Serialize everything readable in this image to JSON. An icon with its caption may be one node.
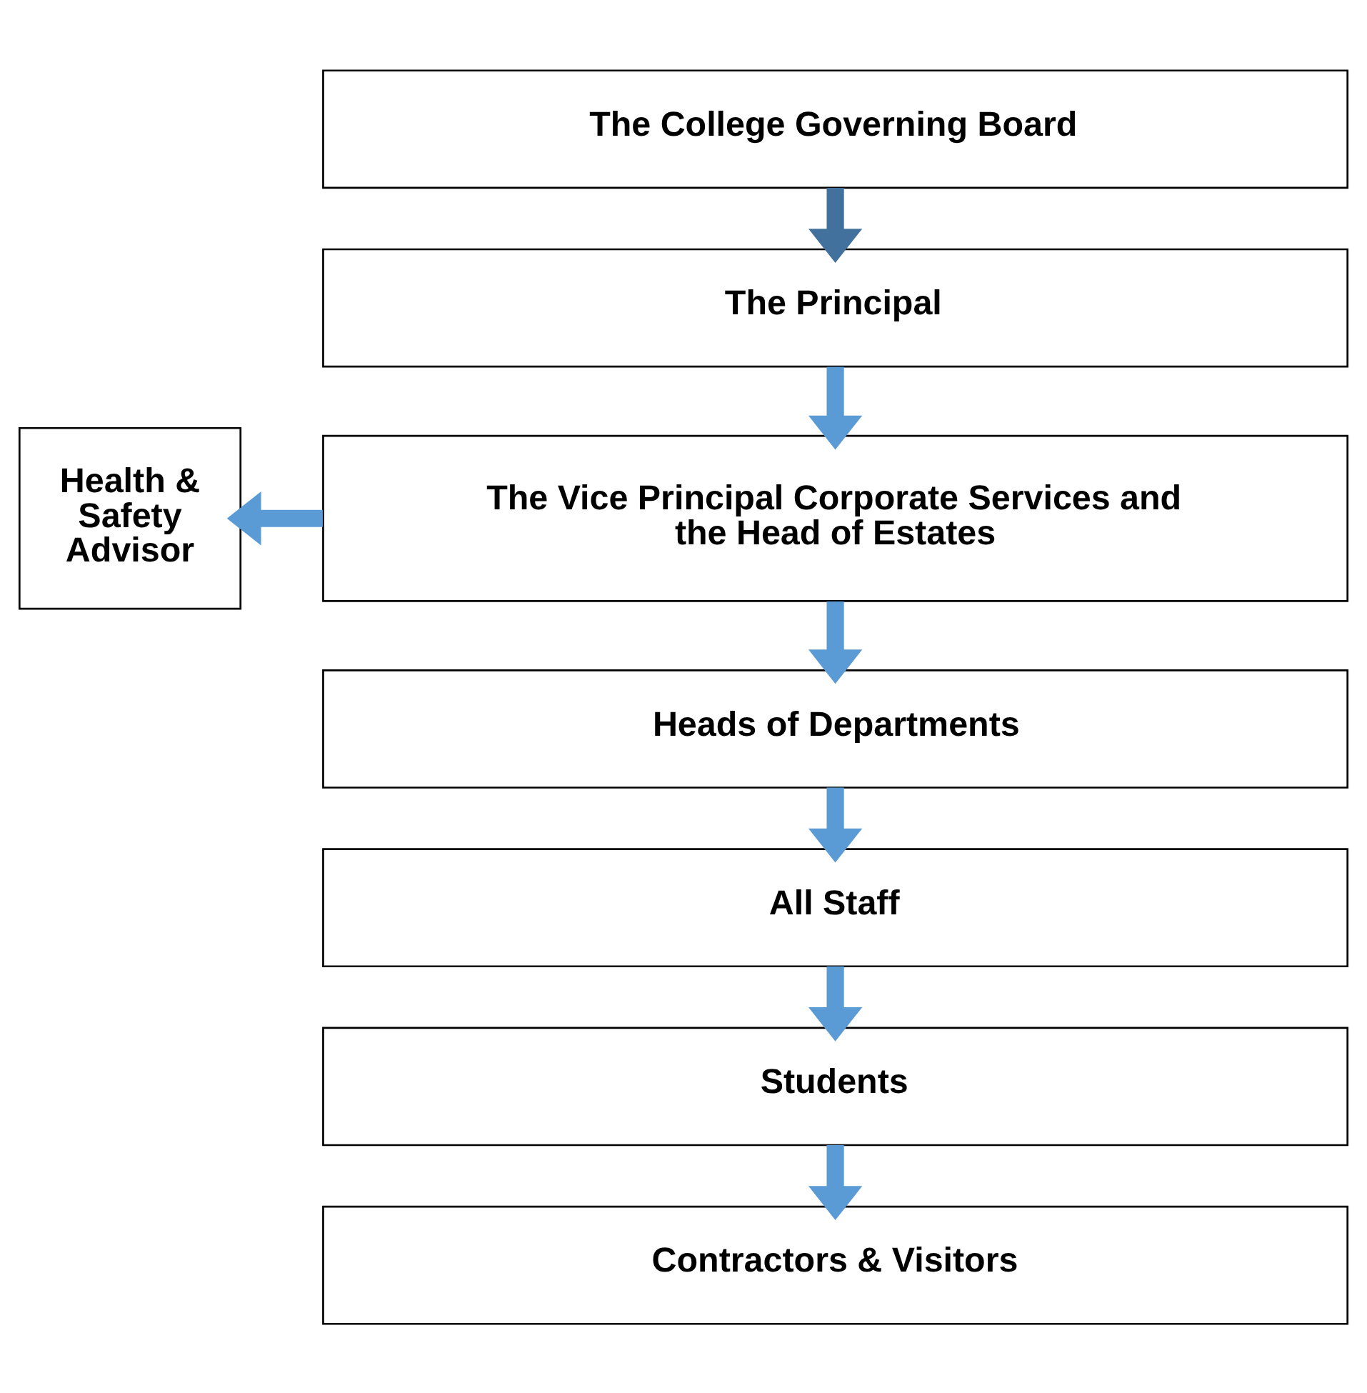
{
  "diagram": {
    "nodes": [
      {
        "text": [
          "The College Governing Board"
        ]
      },
      {
        "text": [
          "The Principal"
        ]
      },
      {
        "text": [
          "Health & Safety Advisor"
        ]
      },
      {
        "text": [
          "The Vice Principal Corporate Services and the Head of Estates"
        ]
      },
      {
        "text": [
          "Heads of Departments"
        ]
      },
      {
        "text": [
          "All Staff"
        ]
      },
      {
        "text": [
          "Students"
        ]
      },
      {
        "text": [
          "Contractors & Visitors"
        ]
      }
    ],
    "edges": [
      {
        "from": 0,
        "to": 1,
        "arrow": "to",
        "color": "#41719c"
      },
      {
        "from": 1,
        "to": 3,
        "arrow": "to"
      },
      {
        "from": 3,
        "to": 2,
        "arrow": "to"
      },
      {
        "from": 3,
        "to": 4,
        "arrow": "to"
      },
      {
        "from": 4,
        "to": 5,
        "arrow": "to"
      },
      {
        "from": 5,
        "to": 6,
        "arrow": "to"
      },
      {
        "from": 6,
        "to": 7,
        "arrow": "to"
      }
    ]
  }
}
